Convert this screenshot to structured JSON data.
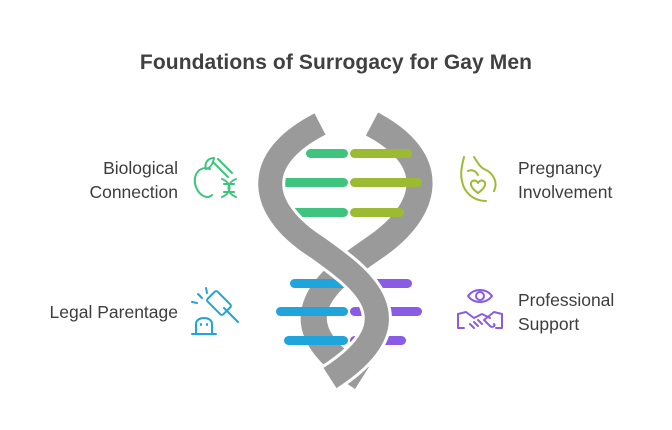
{
  "title": "Foundations of Surrogacy for Gay Men",
  "colors": {
    "green_bar": "#3ec47e",
    "lime_bar": "#9cbb32",
    "blue_bar": "#1fa4db",
    "purple_bar": "#8a5ce5",
    "backbone": "#9a9a9a",
    "backbone_edge": "#ffffff"
  },
  "items": [
    {
      "id": "biological",
      "lines": [
        "Biological",
        "Connection"
      ],
      "icon": "apple-dna-icon",
      "color": "#3ec47e"
    },
    {
      "id": "pregnancy",
      "lines": [
        "Pregnancy",
        "Involvement"
      ],
      "icon": "pregnant-heart-icon",
      "color": "#9cbb32"
    },
    {
      "id": "legal",
      "lines": [
        "Legal Parentage"
      ],
      "icon": "gavel-icon",
      "color": "#1fa4db"
    },
    {
      "id": "professional",
      "lines": [
        "Professional",
        "Support"
      ],
      "icon": "eye-handshake-icon",
      "color": "#8a5ce5"
    }
  ]
}
